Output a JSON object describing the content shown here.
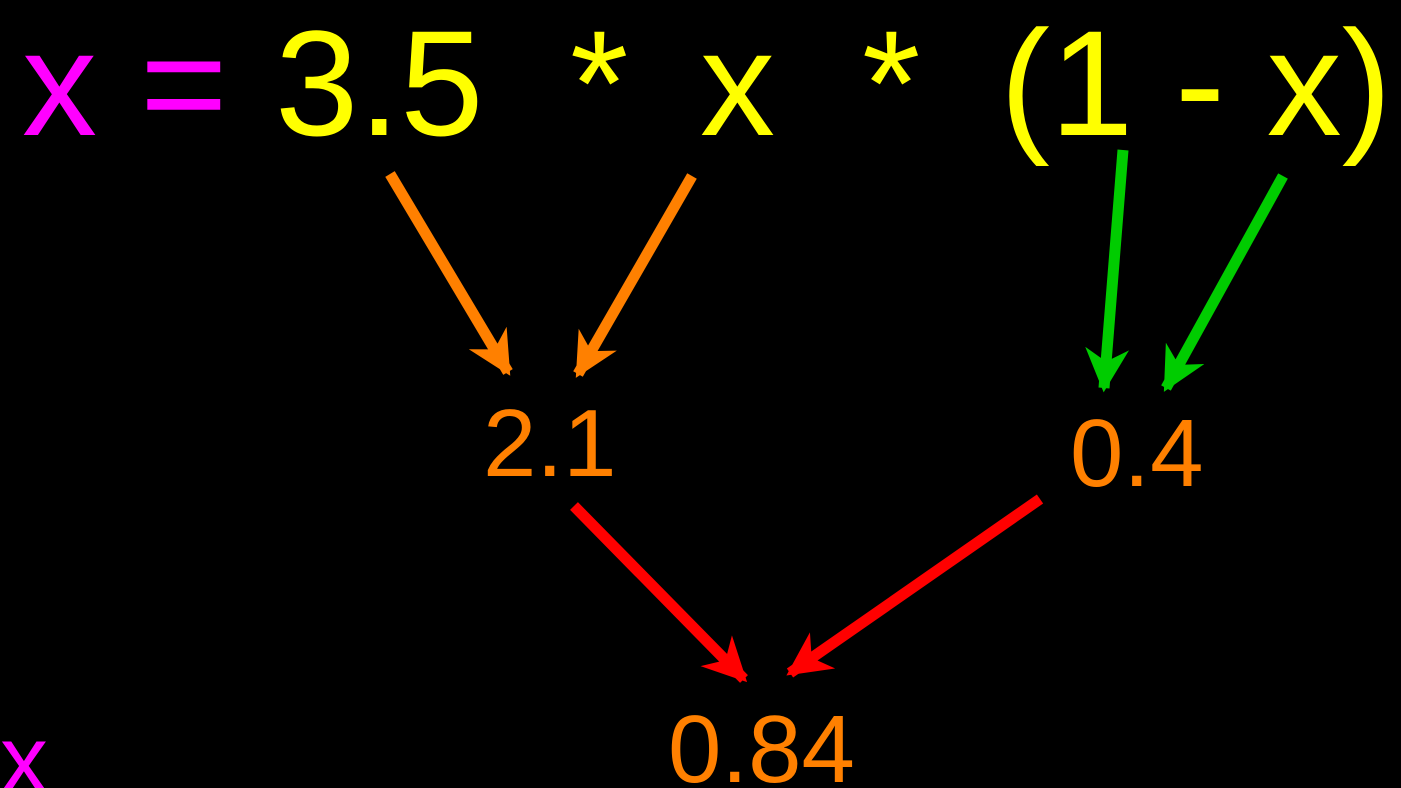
{
  "equation": {
    "lhs": "x",
    "equals": "=",
    "constant": "3.5",
    "times1": "*",
    "var": "x",
    "times2": "*",
    "paren_expr": "(1 - x)"
  },
  "values": {
    "product_left": "2.1",
    "one_minus_x": "0.4",
    "result": "0.84"
  },
  "bottom_label": "x",
  "colors": {
    "variable": "#FF00FF",
    "expression": "#FFFF00",
    "value": "#FF8000",
    "arrow_product": "#FF8000",
    "arrow_subtraction": "#00CC00",
    "arrow_final": "#FF0000",
    "background": "#000000"
  }
}
